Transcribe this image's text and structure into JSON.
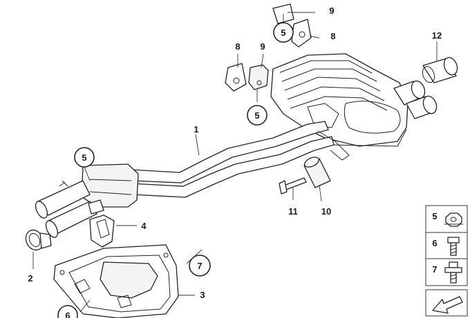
{
  "diagram": {
    "callouts": [
      {
        "id": "c1",
        "text": "1"
      },
      {
        "id": "c2",
        "text": "2"
      },
      {
        "id": "c3",
        "text": "3"
      },
      {
        "id": "c4",
        "text": "4"
      },
      {
        "id": "c5a",
        "text": "5"
      },
      {
        "id": "c5b",
        "text": "5"
      },
      {
        "id": "c5c",
        "text": "5"
      },
      {
        "id": "c6",
        "text": "6"
      },
      {
        "id": "c7",
        "text": "7"
      },
      {
        "id": "c8a",
        "text": "8"
      },
      {
        "id": "c8b",
        "text": "8"
      },
      {
        "id": "c9a",
        "text": "9"
      },
      {
        "id": "c9b",
        "text": "9"
      },
      {
        "id": "c10",
        "text": "10"
      },
      {
        "id": "c11",
        "text": "11"
      },
      {
        "id": "c12",
        "text": "12"
      }
    ],
    "legend": [
      {
        "text": "5",
        "icon": "flange-nut-icon"
      },
      {
        "text": "6",
        "icon": "hex-bolt-icon"
      },
      {
        "text": "7",
        "icon": "collar-bolt-icon"
      }
    ],
    "corner_icon": "arrow-down-left-icon"
  }
}
